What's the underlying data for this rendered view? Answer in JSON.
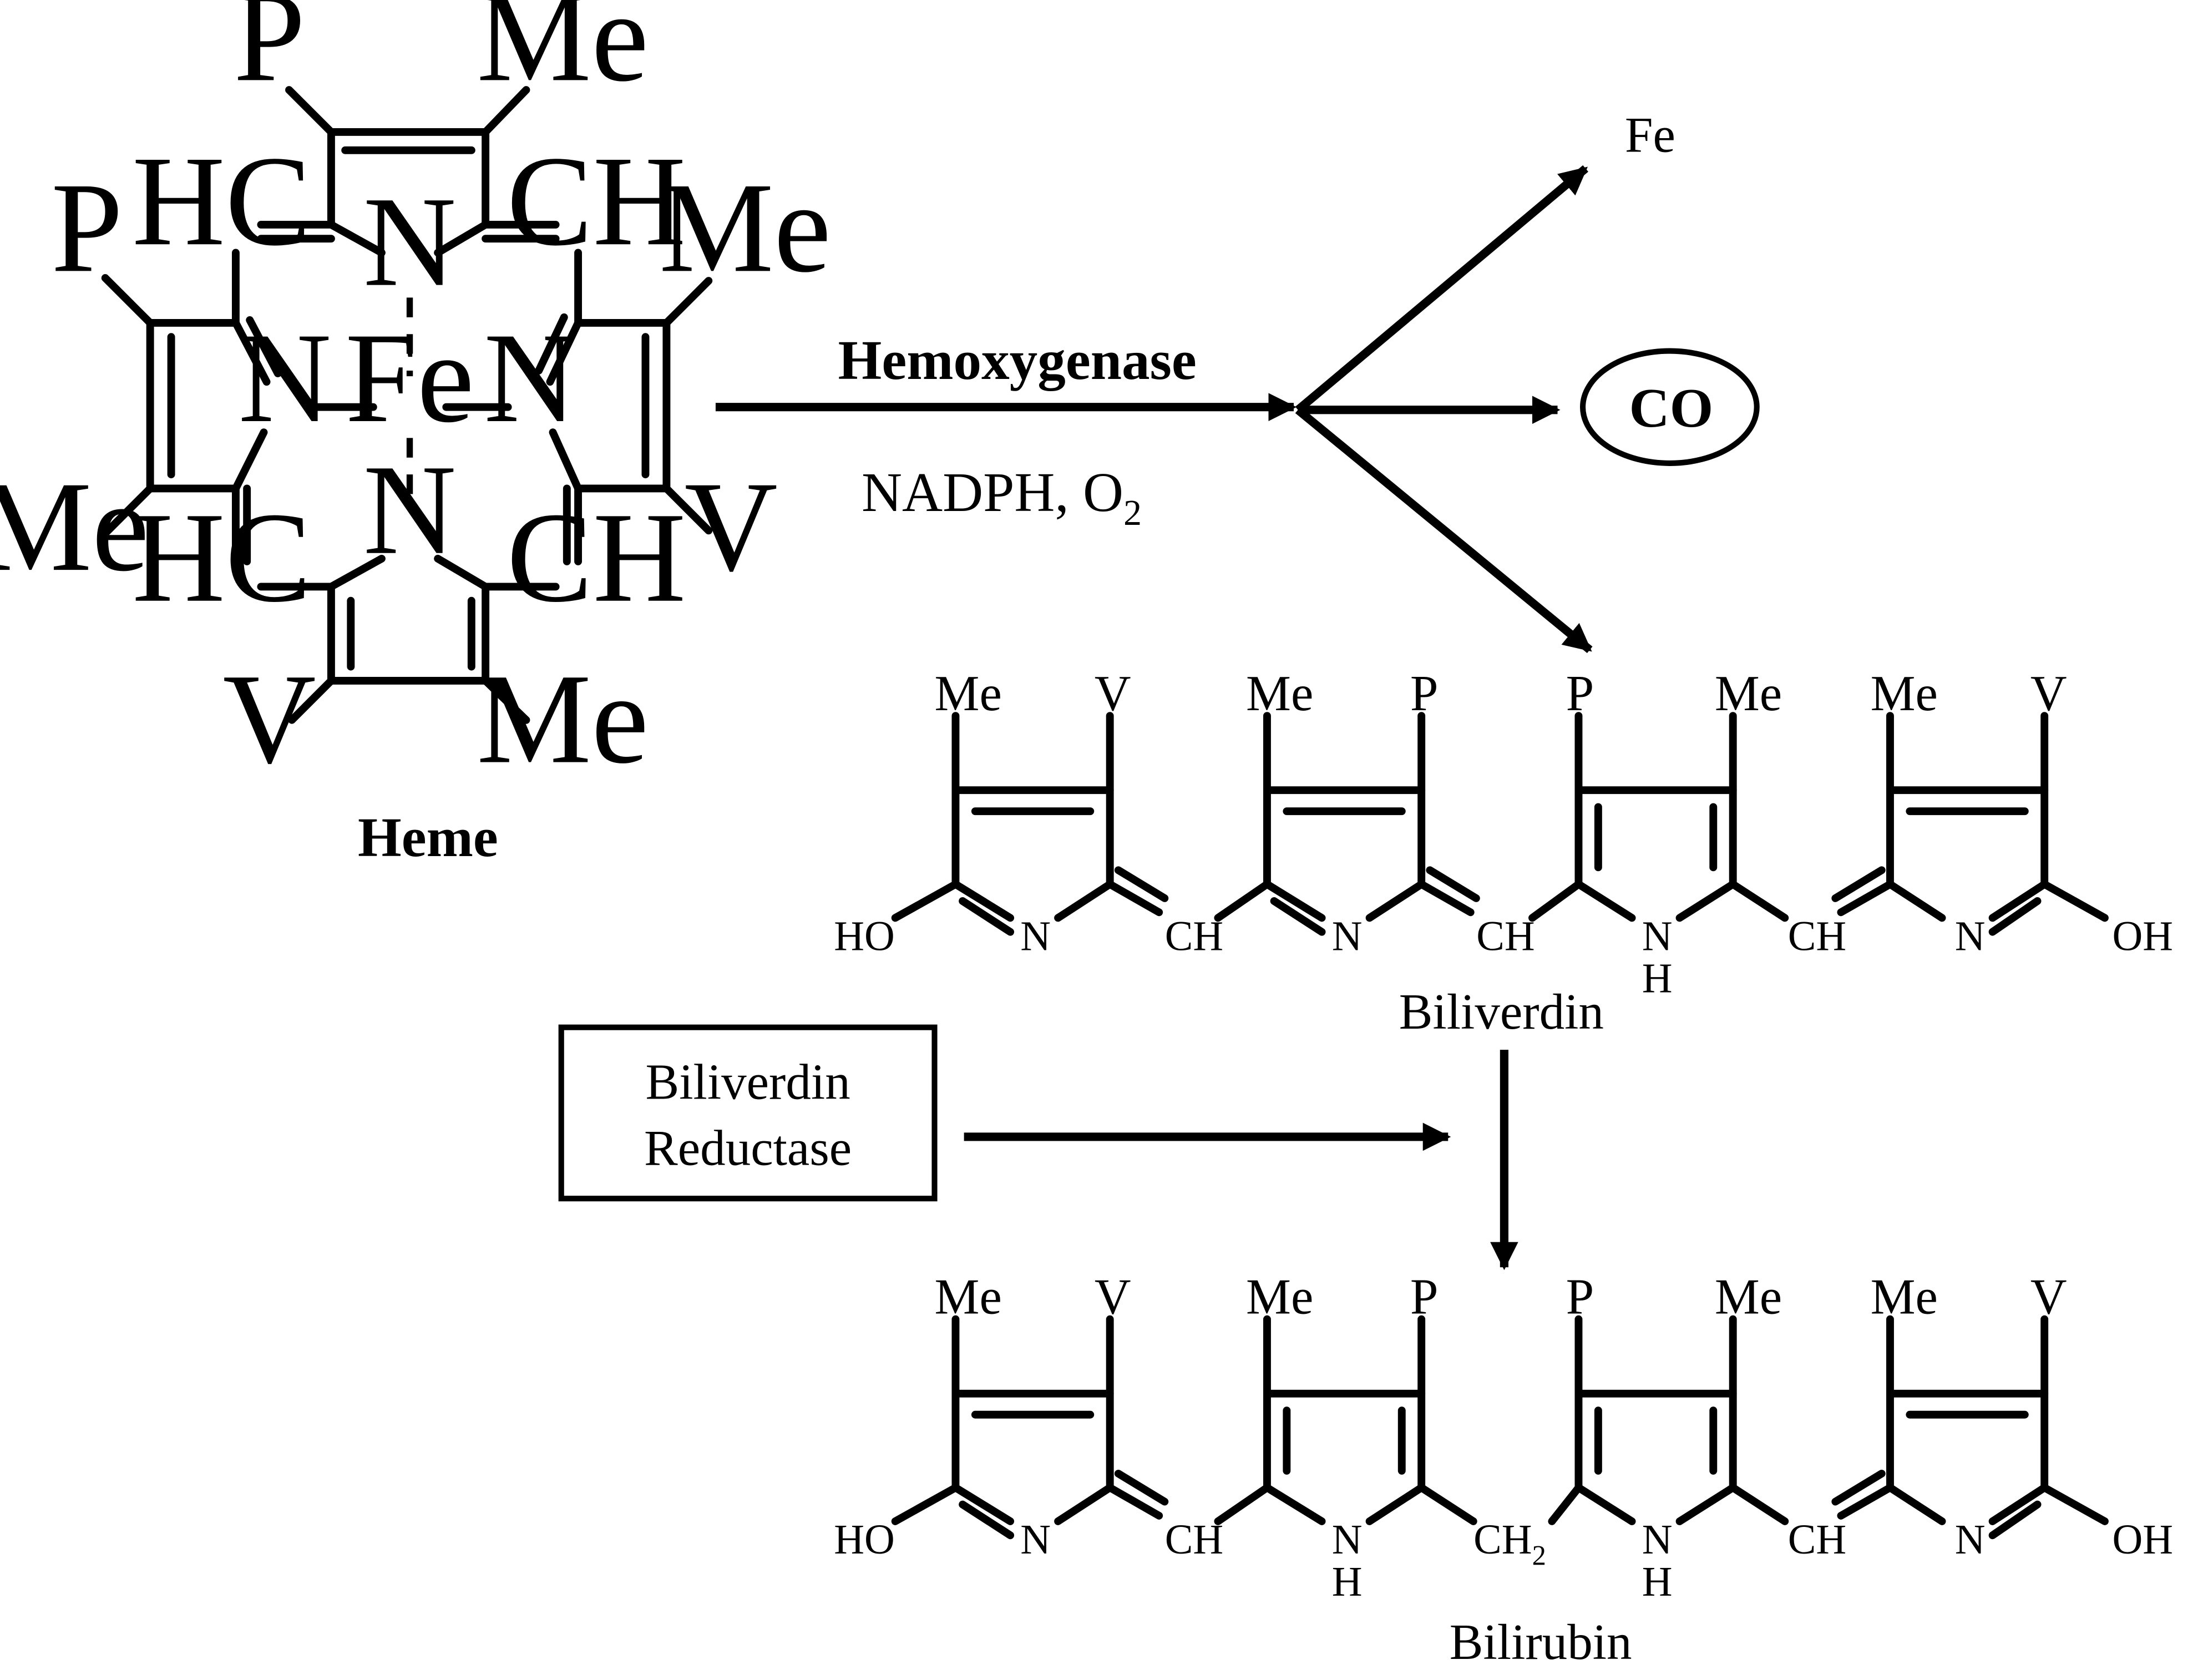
{
  "heme": {
    "title": "Heme",
    "atoms": {
      "fe": "Fe",
      "n_top": "N",
      "n_left": "N",
      "n_right": "N",
      "n_bottom": "N",
      "hc_top_left": "HC",
      "ch_top_right": "CH",
      "hc_bottom_left": "HC",
      "ch_bottom_right": "CH"
    },
    "substituents": {
      "top_ring_left": "P",
      "top_ring_right": "Me",
      "left_ring_top": "P",
      "left_ring_bottom": "Me",
      "right_ring_top": "Me",
      "right_ring_bottom": "V",
      "bottom_ring_left": "V",
      "bottom_ring_right": "Me"
    }
  },
  "reaction1": {
    "enzyme": "Hemoxygenase",
    "cofactors": "NADPH, O",
    "o2_subscript": "2"
  },
  "products": {
    "fe": "Fe",
    "co": "CO"
  },
  "biliverdin": {
    "title": "Biliverdin",
    "ring_substituents": [
      [
        "Me",
        "V"
      ],
      [
        "Me",
        "P"
      ],
      [
        "P",
        "Me"
      ],
      [
        "Me",
        "V"
      ]
    ],
    "end_left": "HO",
    "end_right": "OH",
    "n_label": "N",
    "nh_h": "H",
    "bridge_1": "CH",
    "bridge_2": "CH",
    "bridge_3": "CH"
  },
  "reductase": {
    "line1": "Biliverdin",
    "line2": "Reductase"
  },
  "bilirubin": {
    "title": "Bilirubin",
    "ring_substituents": [
      [
        "Me",
        "V"
      ],
      [
        "Me",
        "P"
      ],
      [
        "P",
        "Me"
      ],
      [
        "Me",
        "V"
      ]
    ],
    "end_left": "HO",
    "end_right": "OH",
    "n_label": "N",
    "nh_h": "H",
    "bridge_1": "CH",
    "bridge_2": "CH",
    "bridge_2_subscript": "2",
    "bridge_3": "CH"
  }
}
